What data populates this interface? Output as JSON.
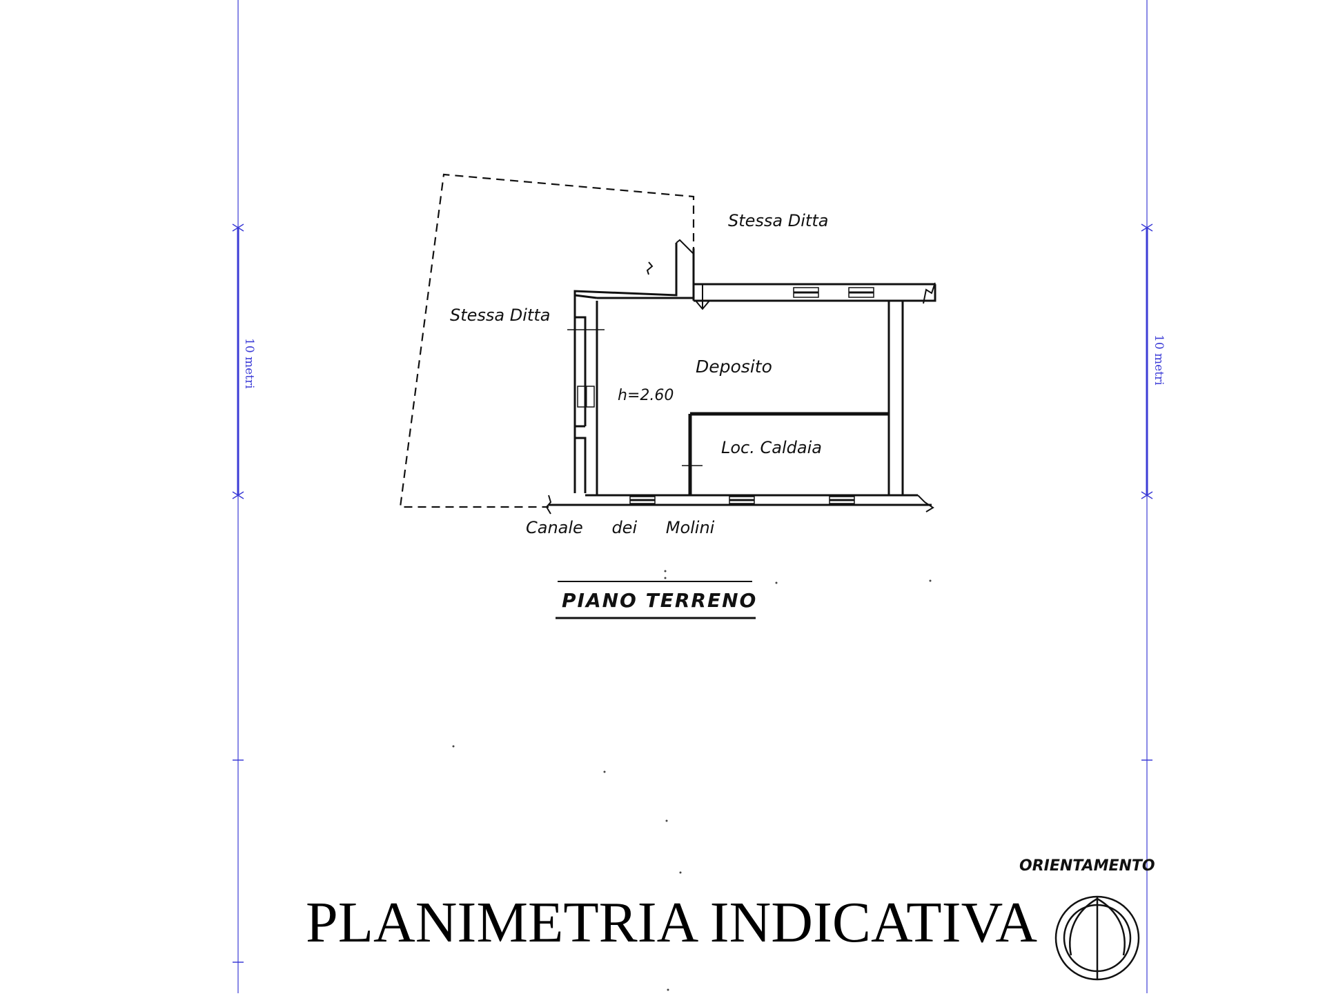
{
  "labels": {
    "stessa_ditta_top": "Stessa Ditta",
    "stessa_ditta_left": "Stessa Ditta",
    "deposito": "Deposito",
    "height": "h=2.60",
    "locale_caldaia": "Loc. Caldaia",
    "canale": "Canale dei Molini",
    "piano": "PIANO TERRENO"
  },
  "scale": {
    "left_label": "10 metri",
    "right_label": "10 metri"
  },
  "title": "PLANIMETRIA INDICATIVA",
  "orientation": {
    "label": "ORIENTAMENTO"
  },
  "colors": {
    "scale_line": "#3b3bd6",
    "ink": "#111111"
  }
}
